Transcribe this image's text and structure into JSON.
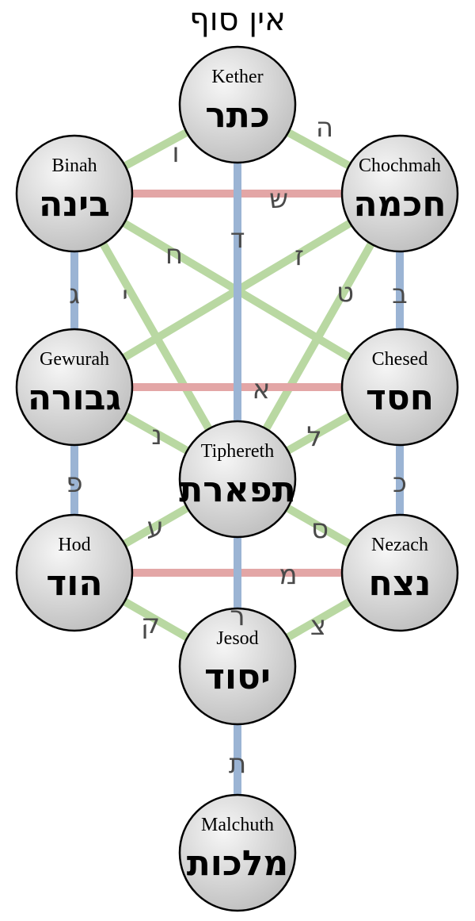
{
  "title": "אין סוף",
  "colors": {
    "green": "#b9d8a2",
    "red": "#e3a6a6",
    "blue": "#9bb4d4",
    "node_fill_light": "#f4f4f4",
    "node_fill_dark": "#c4c4c4",
    "letter": "#4a4a4a"
  },
  "sephiroth": [
    {
      "id": "kether",
      "name": "Kether",
      "hebrew": "כתר"
    },
    {
      "id": "binah",
      "name": "Binah",
      "hebrew": "בינה"
    },
    {
      "id": "chochmah",
      "name": "Chochmah",
      "hebrew": "חכמה"
    },
    {
      "id": "gewurah",
      "name": "Gewurah",
      "hebrew": "גבורה"
    },
    {
      "id": "chesed",
      "name": "Chesed",
      "hebrew": "חסד"
    },
    {
      "id": "tiphereth",
      "name": "Tiphereth",
      "hebrew": "תפארת"
    },
    {
      "id": "hod",
      "name": "Hod",
      "hebrew": "הוד"
    },
    {
      "id": "nezach",
      "name": "Nezach",
      "hebrew": "נצח"
    },
    {
      "id": "jesod",
      "name": "Jesod",
      "hebrew": "יסוד"
    },
    {
      "id": "malchuth",
      "name": "Malchuth",
      "hebrew": "מלכות"
    }
  ],
  "paths": [
    {
      "from": "kether",
      "to": "binah",
      "type": "green",
      "letter": "ו"
    },
    {
      "from": "kether",
      "to": "chochmah",
      "type": "green",
      "letter": "ה"
    },
    {
      "from": "kether",
      "to": "tiphereth",
      "type": "blue",
      "letter": "ד"
    },
    {
      "from": "binah",
      "to": "chochmah",
      "type": "red",
      "letter": "ש"
    },
    {
      "from": "binah",
      "to": "chesed",
      "type": "green",
      "letter": "ח"
    },
    {
      "from": "chochmah",
      "to": "gewurah",
      "type": "green",
      "letter": "ז"
    },
    {
      "from": "binah",
      "to": "tiphereth",
      "type": "green",
      "letter": "י"
    },
    {
      "from": "chochmah",
      "to": "tiphereth",
      "type": "green",
      "letter": "ט"
    },
    {
      "from": "binah",
      "to": "gewurah",
      "type": "blue",
      "letter": "ג"
    },
    {
      "from": "chochmah",
      "to": "chesed",
      "type": "blue",
      "letter": "ב"
    },
    {
      "from": "gewurah",
      "to": "chesed",
      "type": "red",
      "letter": "א"
    },
    {
      "from": "gewurah",
      "to": "tiphereth",
      "type": "green",
      "letter": "נ"
    },
    {
      "from": "chesed",
      "to": "tiphereth",
      "type": "green",
      "letter": "ל"
    },
    {
      "from": "gewurah",
      "to": "hod",
      "type": "blue",
      "letter": "פ"
    },
    {
      "from": "chesed",
      "to": "nezach",
      "type": "blue",
      "letter": "כ"
    },
    {
      "from": "tiphereth",
      "to": "hod",
      "type": "green",
      "letter": "ע"
    },
    {
      "from": "tiphereth",
      "to": "nezach",
      "type": "green",
      "letter": "ס"
    },
    {
      "from": "tiphereth",
      "to": "jesod",
      "type": "blue",
      "letter": "ר"
    },
    {
      "from": "hod",
      "to": "nezach",
      "type": "red",
      "letter": "מ"
    },
    {
      "from": "hod",
      "to": "jesod",
      "type": "green",
      "letter": "ק"
    },
    {
      "from": "nezach",
      "to": "jesod",
      "type": "green",
      "letter": "צ"
    },
    {
      "from": "jesod",
      "to": "malchuth",
      "type": "blue",
      "letter": "ת"
    }
  ]
}
